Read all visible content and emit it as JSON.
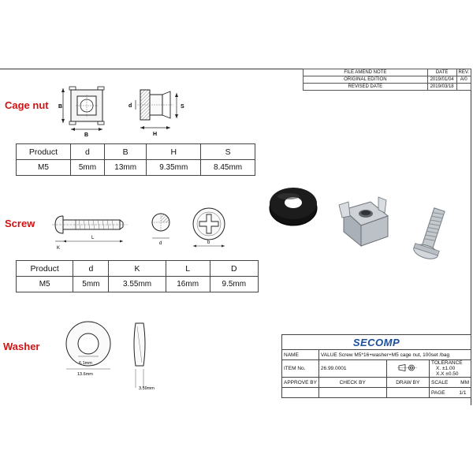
{
  "amend_table": {
    "headers": [
      "FILE AMEND NOTE",
      "DATE",
      "REV."
    ],
    "rows": [
      [
        "ORIGINAL EDITION",
        "2019/01/04",
        "A/0"
      ],
      [
        "REVISED DATE",
        "2019/03/18",
        ""
      ]
    ]
  },
  "cage_nut": {
    "title": "Cage nut",
    "dim_labels": {
      "b_side": "B",
      "b_bottom": "B",
      "d": "d",
      "s": "S",
      "h": "H"
    },
    "table": {
      "headers": [
        "Product",
        "d",
        "B",
        "H",
        "S"
      ],
      "row": [
        "M5",
        "5mm",
        "13mm",
        "9.35mm",
        "8.45mm"
      ]
    }
  },
  "screw": {
    "title": "Screw",
    "dim_labels": {
      "k": "K",
      "l": "L",
      "d": "d",
      "b": "b"
    },
    "table": {
      "headers": [
        "Product",
        "d",
        "K",
        "L",
        "D"
      ],
      "row": [
        "M5",
        "5mm",
        "3.55mm",
        "16mm",
        "9.5mm"
      ]
    }
  },
  "washer": {
    "title": "Washer",
    "dims": {
      "inner": "6.1mm",
      "outer": "13.6mm",
      "thickness": "3.59mm"
    }
  },
  "title_block": {
    "brand": "SECOMP",
    "name_label": "NAME",
    "name_value": "VALUE Screw M5*16+washer+M5 cage nut, 100set /bag",
    "tolerance_label": "TOLERANCE",
    "tol_x": "X.   ±1.00",
    "tol_xx": "X.X  ±0.50",
    "item_label": "ITEM No.",
    "item_value": "26.99.0001",
    "approve_by": "APPROVE BY",
    "check_by": "CHECK BY",
    "draw_by": "DRAW BY",
    "scale_label": "SCALE",
    "scale_value": "MM",
    "page_label": "PAGE",
    "page_value": "1/1"
  },
  "colors": {
    "title_red": "#d11313",
    "brand_blue": "#1a4d9a"
  }
}
